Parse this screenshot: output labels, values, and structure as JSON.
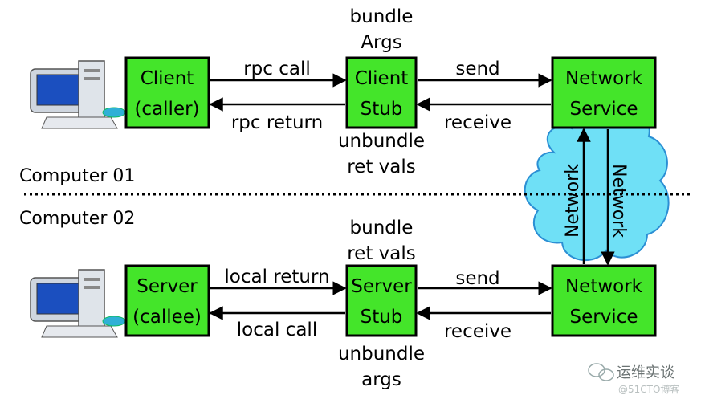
{
  "labels": {
    "computer_01": "Computer 01",
    "computer_02": "Computer 02"
  },
  "boxes": {
    "client": [
      "Client",
      "(caller)"
    ],
    "client_stub": [
      "Client",
      "Stub"
    ],
    "network_service_top": [
      "Network",
      "Service"
    ],
    "server": [
      "Server",
      "(callee)"
    ],
    "server_stub": [
      "Server",
      "Stub"
    ],
    "network_service_bottom": [
      "Network",
      "Service"
    ]
  },
  "arrows": {
    "rpc_call": "rpc call",
    "rpc_return": "rpc return",
    "send_top": "send",
    "receive_top": "receive",
    "local_return": "local return",
    "local_call": "local call",
    "send_bottom": "send",
    "receive_bottom": "receive"
  },
  "annotations": {
    "bundle_args": [
      "bundle",
      "Args"
    ],
    "unbundle_ret_vals": [
      "unbundle",
      "ret vals"
    ],
    "bundle_ret_vals": [
      "bundle",
      "ret vals"
    ],
    "unbundle_args": [
      "unbundle",
      "args"
    ]
  },
  "network": {
    "up_label": "Network",
    "down_label": "Network"
  },
  "watermark": {
    "name": "运维实谈",
    "source": "@51CTO博客"
  },
  "colors": {
    "box_fill": "#44e52a",
    "cloud_fill": "#6fe0f6"
  }
}
